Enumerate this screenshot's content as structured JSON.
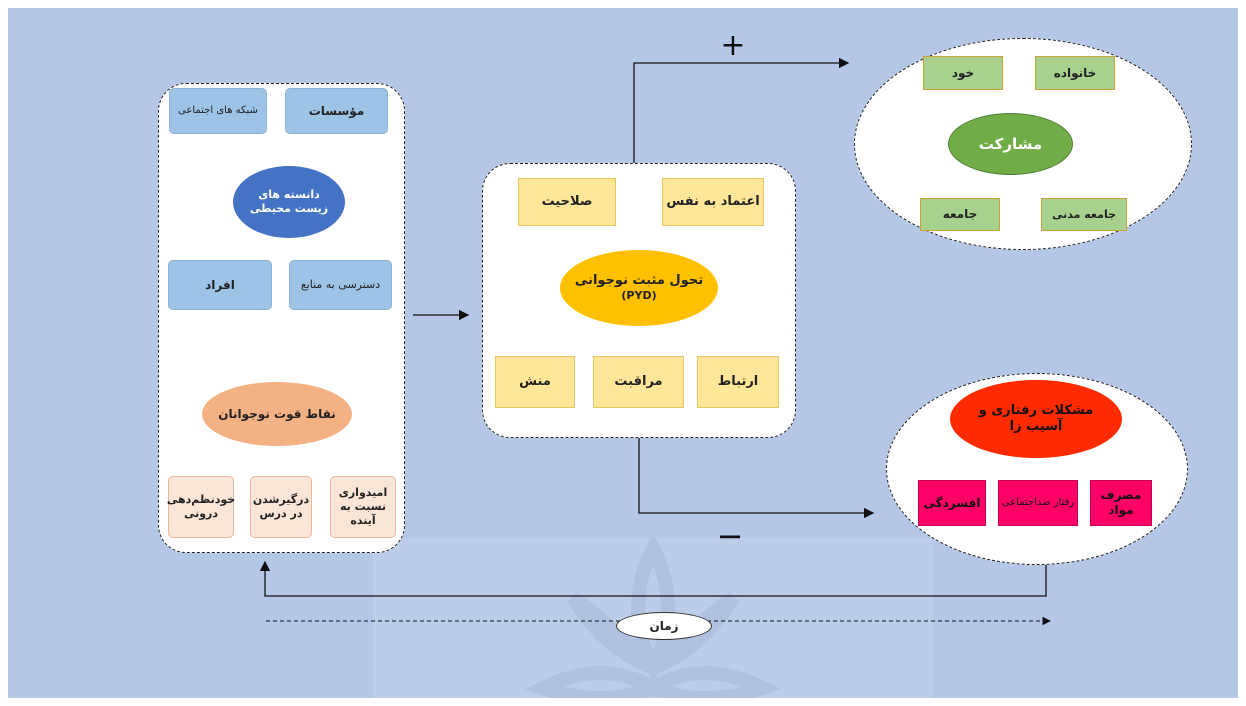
{
  "context_panel": {
    "center": "دانسته های زیست محیطی",
    "institutions": "مؤسسات",
    "social_networks": "شبکه های اجتماعی",
    "individuals": "افراد",
    "resource_access": "دسترسی به منابع"
  },
  "strengths": {
    "center": "نقاط قوت نوجوانان",
    "self_regulation": "خودنظم‌دهی درونی",
    "engagement": "درگیرشدن در درس",
    "hope": "امیدواری نسبت به آینده"
  },
  "pyd": {
    "center_line1": "تحول مثبت نوجوانی",
    "center_line2": "(PYD)",
    "competence": "صلاحیت",
    "confidence": "اعتماد به نفس",
    "character": "منش",
    "caring": "مراقبت",
    "connection": "ارتباط"
  },
  "participation": {
    "center": "مشارکت",
    "self": "خود",
    "family": "خانواده",
    "community": "جامعه",
    "civil_society": "جامعه مدنی"
  },
  "problems": {
    "center": "مشکلات رفتاری و آسیب زا",
    "depression": "افسردگی",
    "antisocial": "رفتار ضداجتماعی",
    "substance": "مصرف مواد"
  },
  "signs": {
    "plus": "+",
    "minus": "−"
  },
  "time_label": "زمان",
  "colors": {
    "background": "#b4c7e7",
    "blue_center": "#4472c4",
    "blue_box": "#9dc3e6",
    "yellow_center": "#ffc000",
    "yellow_box": "#ffe699",
    "peach_center": "#f4b183",
    "peach_box": "#fbe5d6",
    "green_center": "#70ad47",
    "green_box": "#a9d18e",
    "red_center": "#ff2a00",
    "pink_box": "#ff0066"
  }
}
